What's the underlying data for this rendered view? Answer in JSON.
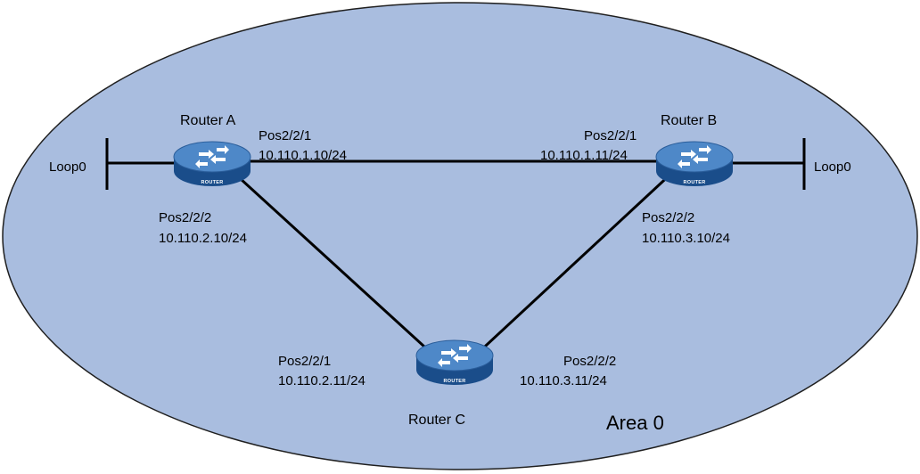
{
  "area": {
    "label": "Area 0",
    "fill": "#a9bddf",
    "stroke": "#1f1f1f"
  },
  "router_colors": {
    "top": "#4e88c8",
    "side": "#1a4d8a",
    "tag": "#ffffff"
  },
  "routers": [
    {
      "id": "A",
      "name": "Router A",
      "tag": "ROUTER",
      "loopback": "Loop0"
    },
    {
      "id": "B",
      "name": "Router B",
      "tag": "ROUTER",
      "loopback": "Loop0"
    },
    {
      "id": "C",
      "name": "Router C",
      "tag": "ROUTER"
    }
  ],
  "links": [
    {
      "from": "A",
      "to": "B",
      "from_if": "Pos2/2/1",
      "from_ip": "10.110.1.10/24",
      "to_if": "Pos2/2/1",
      "to_ip": "10.110.1.11/24"
    },
    {
      "from": "A",
      "to": "C",
      "from_if": "Pos2/2/2",
      "from_ip": "10.110.2.10/24",
      "to_if": "Pos2/2/1",
      "to_ip": "10.110.2.11/24"
    },
    {
      "from": "B",
      "to": "C",
      "from_if": "Pos2/2/2",
      "from_ip": "10.110.3.10/24",
      "to_if": "Pos2/2/2",
      "to_ip": "10.110.3.11/24"
    }
  ]
}
